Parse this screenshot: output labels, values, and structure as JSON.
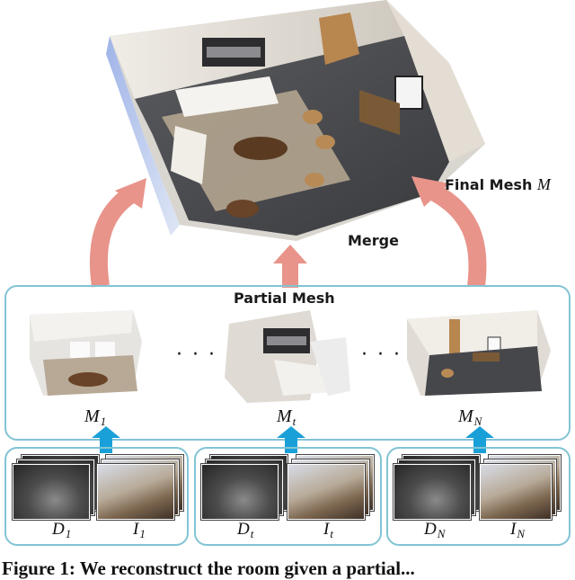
{
  "labels": {
    "final_mesh": "Final Mesh",
    "final_mesh_symbol": "M",
    "merge": "Merge",
    "partial_mesh": "Partial Mesh",
    "ellipsis": "· · ·"
  },
  "meshes": [
    {
      "symbol": "M",
      "sub": "1"
    },
    {
      "symbol": "M",
      "sub": "t"
    },
    {
      "symbol": "M",
      "sub": "N"
    }
  ],
  "inputs": [
    {
      "depth": "D",
      "depth_sub": "1",
      "image": "I",
      "image_sub": "1"
    },
    {
      "depth": "D",
      "depth_sub": "t",
      "image": "I",
      "image_sub": "t"
    },
    {
      "depth": "D",
      "depth_sub": "N",
      "image": "I",
      "image_sub": "N"
    }
  ],
  "caption": "Figure 1: We reconstruct the room given a partial...",
  "colors": {
    "merge_arrow": "#e8948a",
    "input_arrow": "#1aa0d8",
    "box_border": "#82c4d4"
  }
}
